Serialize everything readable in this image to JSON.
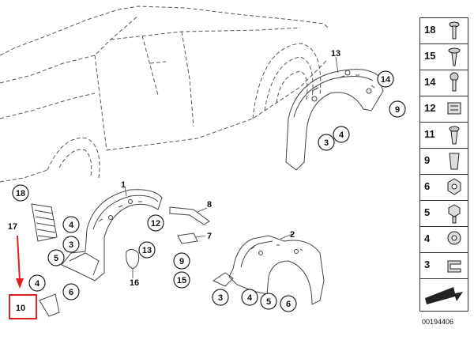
{
  "diagram": {
    "doc_id": "00194406",
    "callouts": [
      {
        "id": "c13",
        "label": "13",
        "circled": false
      },
      {
        "id": "c14",
        "label": "14",
        "circled": true
      },
      {
        "id": "c9a",
        "label": "9",
        "circled": true
      },
      {
        "id": "c3a",
        "label": "3",
        "circled": true
      },
      {
        "id": "c4a",
        "label": "4",
        "circled": true
      },
      {
        "id": "c18",
        "label": "18",
        "circled": true
      },
      {
        "id": "c17",
        "label": "17",
        "circled": false
      },
      {
        "id": "c1",
        "label": "1",
        "circled": false
      },
      {
        "id": "c4b",
        "label": "4",
        "circled": true
      },
      {
        "id": "c3b",
        "label": "3",
        "circled": true
      },
      {
        "id": "c5a",
        "label": "5",
        "circled": true
      },
      {
        "id": "c6a",
        "label": "6",
        "circled": true
      },
      {
        "id": "c4c",
        "label": "4",
        "circled": true
      },
      {
        "id": "c10",
        "label": "10",
        "circled": false
      },
      {
        "id": "c12",
        "label": "12",
        "circled": true
      },
      {
        "id": "c13b",
        "label": "13",
        "circled": true
      },
      {
        "id": "c16",
        "label": "16",
        "circled": false
      },
      {
        "id": "c8",
        "label": "8",
        "circled": false
      },
      {
        "id": "c7",
        "label": "7",
        "circled": false
      },
      {
        "id": "c9b",
        "label": "9",
        "circled": true
      },
      {
        "id": "c15",
        "label": "15",
        "circled": true
      },
      {
        "id": "c2",
        "label": "2",
        "circled": false
      },
      {
        "id": "c3c",
        "label": "3",
        "circled": true
      },
      {
        "id": "c4d",
        "label": "4",
        "circled": true
      },
      {
        "id": "c5b",
        "label": "5",
        "circled": true
      },
      {
        "id": "c6b",
        "label": "6",
        "circled": true
      }
    ],
    "sidebar_parts": [
      "18",
      "15",
      "14",
      "12",
      "11",
      "9",
      "6",
      "5",
      "4",
      "3"
    ],
    "colors": {
      "line": "#444444",
      "highlight": "#e02020"
    }
  }
}
